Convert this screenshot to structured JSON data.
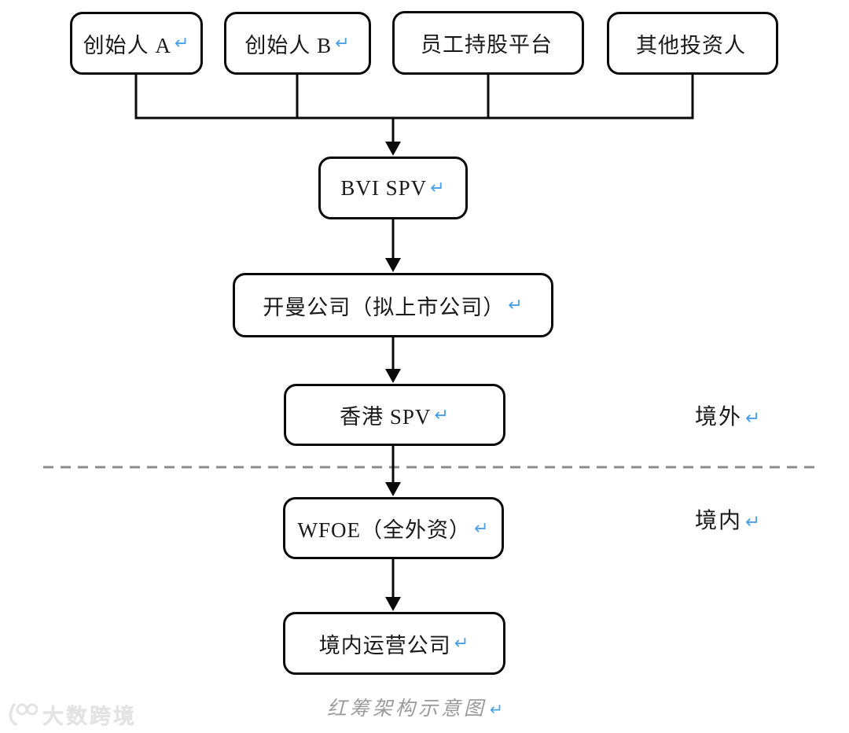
{
  "diagram": {
    "caption": {
      "text": "红筹架构示意图",
      "mark": "↵"
    },
    "nodes": {
      "founder_a": {
        "label": "创始人 A",
        "mark": "↵"
      },
      "founder_b": {
        "label": "创始人 B",
        "mark": "↵"
      },
      "employee_platform": {
        "label": "员工持股平台",
        "mark": ""
      },
      "other_investors": {
        "label": "其他投资人",
        "mark": ""
      },
      "bvi_spv": {
        "label": "BVI SPV",
        "mark": "↵"
      },
      "cayman_listco": {
        "label": "开曼公司（拟上市公司）",
        "mark": "↵"
      },
      "hk_spv": {
        "label": "香港 SPV",
        "mark": "↵"
      },
      "wfoe": {
        "label": "WFOE（全外资）",
        "mark": "↵"
      },
      "domestic_opco": {
        "label": "境内运营公司",
        "mark": "↵"
      }
    },
    "region_labels": {
      "offshore": {
        "label": "境外",
        "mark": "↵"
      },
      "onshore": {
        "label": "境内",
        "mark": "↵"
      }
    },
    "watermark": {
      "logo": "100",
      "text": "大数跨境"
    },
    "colors": {
      "box_border": "#0a0a0a",
      "connector": "#0a0a0a",
      "paragraph_mark_blue": "#4aa0e6",
      "divider_dash_gray": "#8c8c8c",
      "caption_gray": "#9b9b9b",
      "watermark_gray": "#e3e3e3"
    }
  }
}
